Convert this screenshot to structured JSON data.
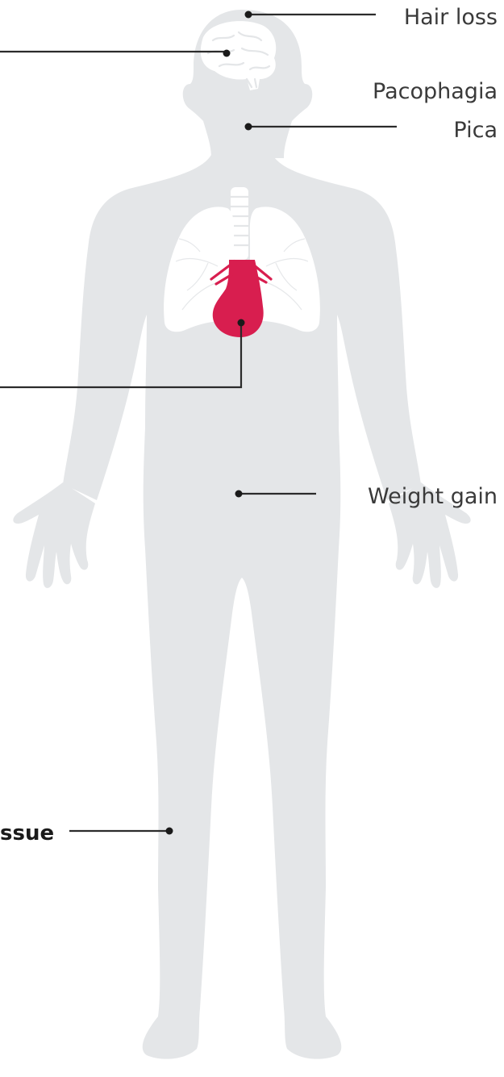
{
  "labels": {
    "hair_loss": "Hair loss",
    "pacophagia": "Pacophagia",
    "pica": "Pica",
    "weight_gain": "Weight gain",
    "tissue_fragment": "ssue"
  },
  "colors": {
    "body": "#e4e6e8",
    "lungs": "#ffffff",
    "heart": "#d81e4f",
    "leader": "#2b2b2b"
  },
  "icons": [
    "human-body-silhouette",
    "brain-icon",
    "lungs-icon",
    "heart-icon",
    "trachea-icon"
  ]
}
